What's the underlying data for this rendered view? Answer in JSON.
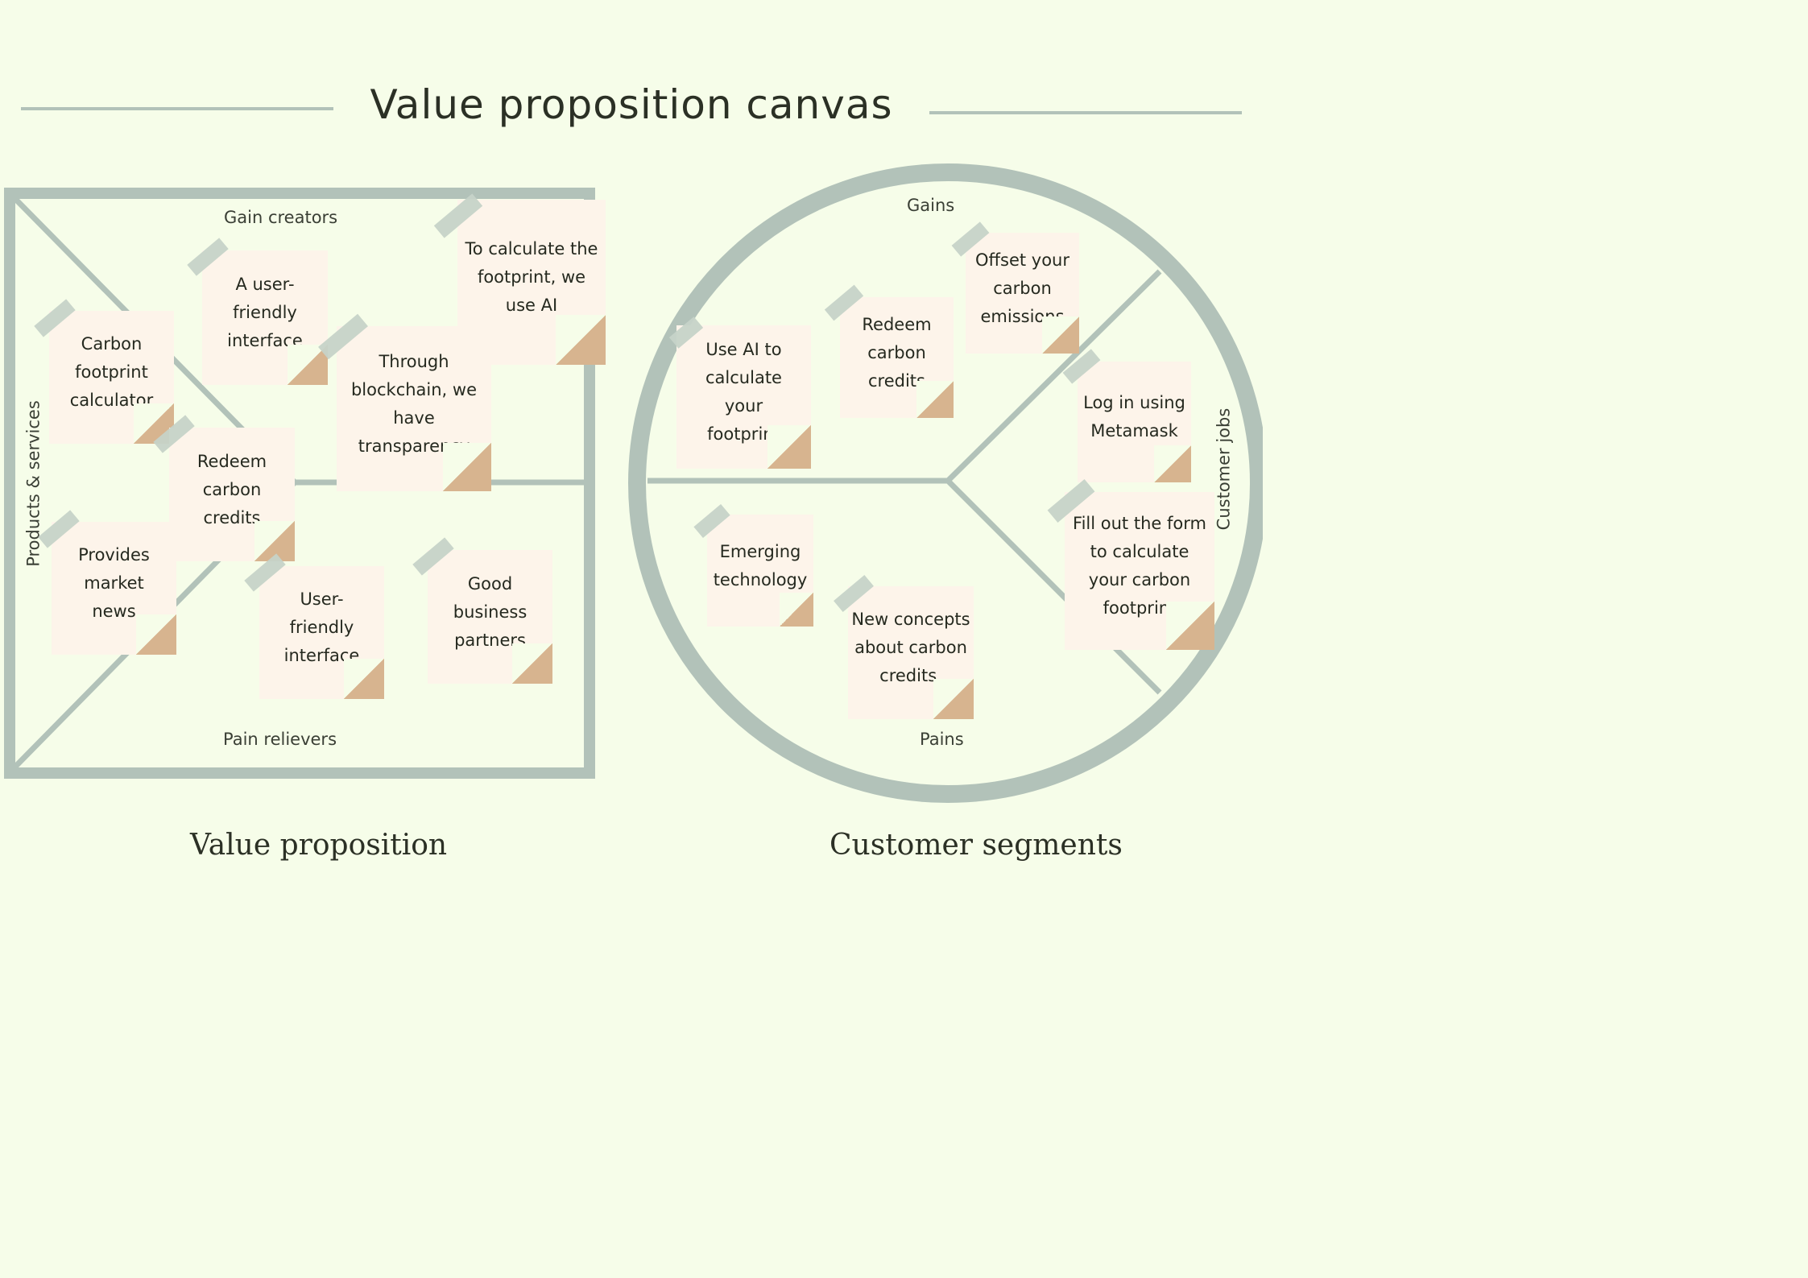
{
  "title": "Value proposition canvas",
  "value_map": {
    "gain_creators_label": "Gain creators",
    "pain_relievers_label": "Pain relievers",
    "products_services_label": "Products & services",
    "caption": "Value proposition"
  },
  "customer_profile": {
    "gains_label": "Gains",
    "pains_label": "Pains",
    "customer_jobs_label": "Customer jobs",
    "caption": "Customer segments"
  },
  "notes": {
    "carbon_calculator": "Carbon footprint calculator",
    "vp_user_friendly_interface": "A user-friendly interface",
    "ai_footprint": "To calculate the footprint, we use AI",
    "blockchain": "Through blockchain, we have transparency",
    "vp_redeem_credits": "Redeem carbon credits",
    "market_news": "Provides market news",
    "pr_user_friendly_interface": "User-friendly interface",
    "business_partners": "Good business partners",
    "use_ai": "Use AI to calculate your footprint",
    "gains_redeem_credits": "Redeem carbon credits",
    "offset_emissions": "Offset your carbon emissions",
    "metamask_login": "Log in using Metamask",
    "fill_form": "Fill out the form to calculate your carbon footprint",
    "emerging_tech": "Emerging technology",
    "new_concepts": "New concepts about carbon credits."
  },
  "colors": {
    "background": "#f6fde9",
    "frame": "#b2c2b9",
    "sticky_note": "#fdf4ea",
    "note_curl": "#d7b48f",
    "tape": "#c6d3c8",
    "text": "#2b3025"
  }
}
